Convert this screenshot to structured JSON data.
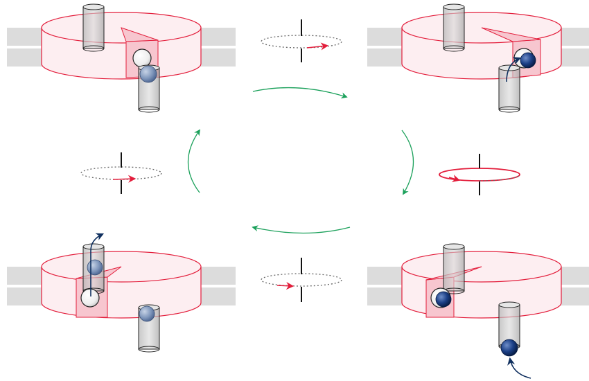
{
  "diagram": {
    "kind": "rotary-valve-transport-cycle",
    "colors": {
      "membrane": "#d9d9d9",
      "rotor_stroke": "#e31d3b",
      "rotor_fill": "#fdeef1",
      "gate_fill": "#f7c6cf",
      "channel_fill": "#bfbfbf",
      "channel_stroke": "#222222",
      "cycle_arrow": "#1aa05a",
      "rotation_arrow": "#e31d3b",
      "ion_path": "#10305f",
      "ion_dark": "#0b2a63",
      "ion_light": "#8fa4c4",
      "empty_sphere": "#f2f2f2"
    },
    "states": [
      {
        "id": "top-left",
        "rotation_sense": "clockwise",
        "ion_position": "lower-channel",
        "sphere_in_gate": "empty"
      },
      {
        "id": "top-right",
        "rotation_sense": "clockwise",
        "ion_position": "gate",
        "sphere_in_gate": "occupied"
      },
      {
        "id": "bottom-right",
        "rotation_sense": "counterclockwise",
        "ion_position": "entering-lower-channel",
        "sphere_in_gate": "occupied"
      },
      {
        "id": "bottom-left",
        "rotation_sense": "clockwise",
        "ion_position": "released-upper-channel",
        "sphere_in_gate": "empty"
      }
    ],
    "cycle_direction": "clockwise"
  }
}
